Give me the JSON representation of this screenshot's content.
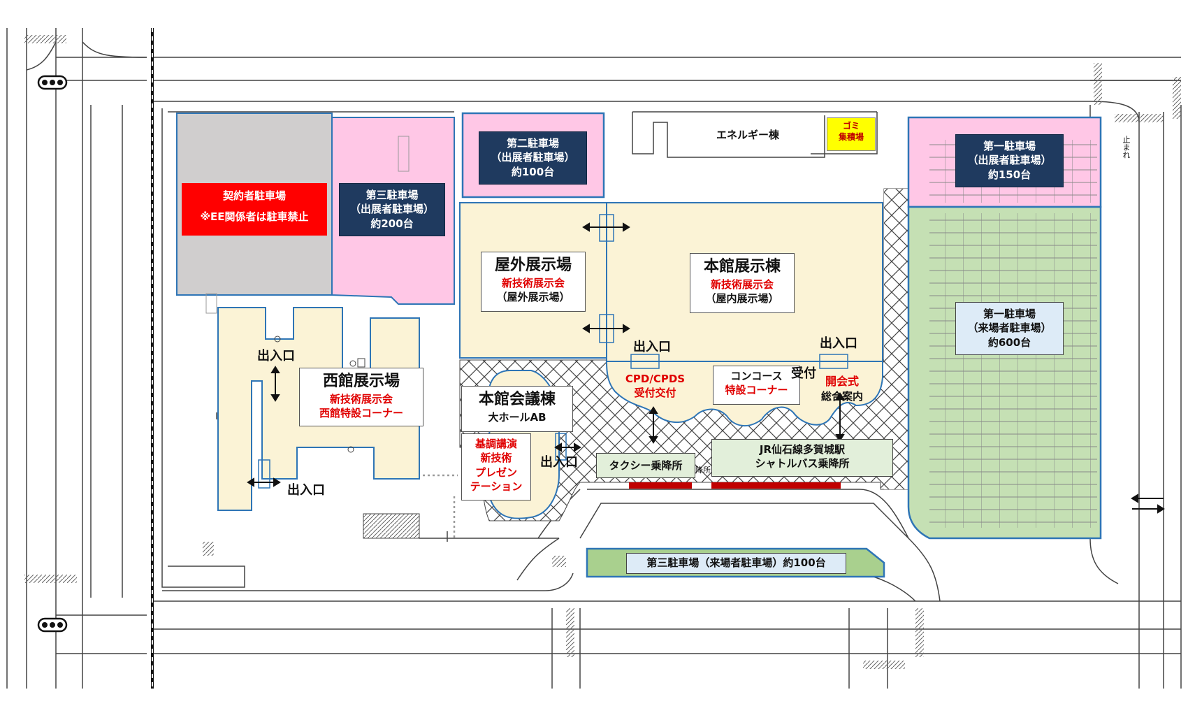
{
  "colors": {
    "road": "#ffffff",
    "road_line": "#444444",
    "gray_lot": "#d0cece",
    "pink_lot": "#ffc7e6",
    "cream_hall": "#fbf3d6",
    "green_lot": "#c5e0b4",
    "navy_label": "#1f3a5f",
    "contract_red": "#ff0000",
    "event_red": "#e00000",
    "outline_blue": "#2e75b6",
    "bus_stop": "#c00000"
  },
  "parking": {
    "contract": {
      "line1": "契約者駐車場",
      "line2": "※EE関係者は駐車禁止"
    },
    "third_exhibitor": {
      "line1": "第三駐車場",
      "line2": "（出展者駐車場）",
      "line3": "約200台"
    },
    "second_exhibitor": {
      "line1": "第二駐車場",
      "line2": "（出展者駐車場）",
      "line3": "約100台"
    },
    "first_exhibitor": {
      "line1": "第一駐車場",
      "line2": "（出展者駐車場）",
      "line3": "約150台"
    },
    "first_visitor": {
      "line1": "第一駐車場",
      "line2": "（来場者駐車場）",
      "line3": "約600台"
    },
    "third_visitor": {
      "label": "第三駐車場（来場者駐車場）約100台"
    }
  },
  "buildings": {
    "energy": {
      "label": "エネルギー棟"
    },
    "garbage": {
      "line1": "ゴミ",
      "line2": "集積場"
    },
    "outdoor": {
      "title": "屋外展示場",
      "event": "新技術展示会",
      "note": "（屋外展示場）"
    },
    "main_hall": {
      "title": "本館展示棟",
      "event": "新技術展示会",
      "note": "（屋内展示場）"
    },
    "west_hall": {
      "title": "西館展示場",
      "event": "新技術展示会",
      "note": "西館特設コーナー"
    },
    "conference": {
      "title": "本館会議棟",
      "sub": "大ホールAB",
      "event1": "基調講演",
      "event2": "新技術",
      "event3": "プレゼン",
      "event4": "テーション"
    },
    "concourse": {
      "line1": "コンコース",
      "line2": "特設コーナー"
    }
  },
  "labels": {
    "entrance": "出入口",
    "cpd_line1": "CPD/CPDS",
    "cpd_line2": "受付交付",
    "reception": "受付",
    "opening": "開会式",
    "info": "総合案内",
    "taxi": "タクシー乗降所",
    "bus_line1": "JR仙石線多賀城駅",
    "bus_line2": "シャトルバス乗降所",
    "stop_sign": "止まれ",
    "small_fragment": "降所"
  }
}
